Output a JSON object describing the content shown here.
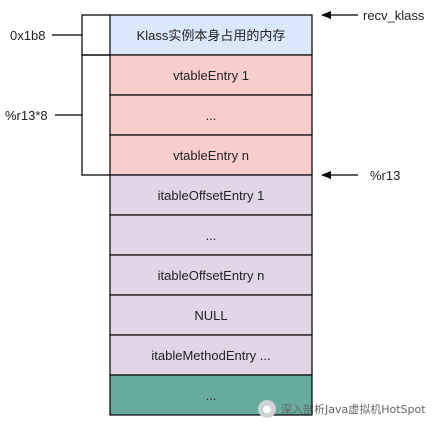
{
  "diagram": {
    "cells": [
      {
        "label": "Klass实例本身占用的内存",
        "fill": "#dae8fc"
      },
      {
        "label": "vtableEntry 1",
        "fill": "#f8cecc"
      },
      {
        "label": "...",
        "fill": "#f8cecc"
      },
      {
        "label": "vtableEntry n",
        "fill": "#f8cecc"
      },
      {
        "label": "itableOffsetEntry 1",
        "fill": "#e1d5e7"
      },
      {
        "label": "...",
        "fill": "#e1d5e7"
      },
      {
        "label": "itableOffsetEntry n",
        "fill": "#e1d5e7"
      },
      {
        "label": "NULL",
        "fill": "#e1d5e7"
      },
      {
        "label": "itableMethodEntry ...",
        "fill": "#e1d5e7"
      },
      {
        "label": "...",
        "fill": "#67ab9f"
      }
    ],
    "left_labels": {
      "klass_size": "0x1b8",
      "vtable_size": "%r13*8"
    },
    "right_labels": {
      "recv_klass": "recv_klass",
      "r13": "%r13"
    }
  },
  "watermark": {
    "text": "深入剖析Java虚拟机HotSpot"
  }
}
